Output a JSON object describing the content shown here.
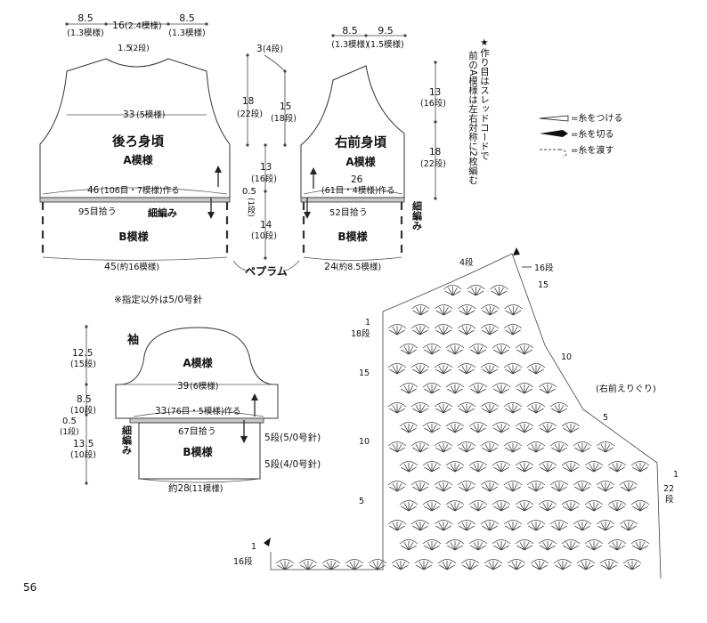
{
  "page": {
    "number": "56",
    "note_needle": "※指定以外は5/0号針"
  },
  "back": {
    "title": "後ろ身頃",
    "pattern_a": "A模様",
    "pattern_b": "B模様",
    "top_left": "8.5",
    "top_left_sub": "(1.3模様)",
    "top_mid": "16",
    "top_mid_sub": "(2.4模様)",
    "top_right": "8.5",
    "top_right_sub": "(1.3模様)",
    "neck": "1.5",
    "neck_sub": "(2段)",
    "width": "33",
    "width_sub": "(5模様)",
    "cast_on": "46",
    "cast_on_sub": "(106目・7模様)作る",
    "pickup": "95目拾う",
    "ribbing": "細編み",
    "bottom": "45",
    "bottom_sub": "(約16模様)"
  },
  "front": {
    "title": "右前身頃",
    "pattern_a": "A模様",
    "pattern_b": "B模様",
    "top_left": "8.5",
    "top_left_sub": "(1.3模様)",
    "top_right": "9.5",
    "top_right_sub": "(1.5模様)",
    "width": "26",
    "cast_on_sub": "(61目・4模様)作る",
    "pickup": "52目拾う",
    "ribbing": "細編み",
    "bottom": "24",
    "bottom_sub": "(約8.5模様)"
  },
  "middle_dims": {
    "d3": "3",
    "d3_sub": "(4段)",
    "d18": "18",
    "d18_sub": "(22段)",
    "d15": "15",
    "d15_sub": "(18段)",
    "d13": "13",
    "d13_sub": "(16段)",
    "d05": "0.5",
    "d05_sub": "(1段)",
    "d14": "14",
    "d14_sub": "(10段)",
    "peplum": "ペプラム"
  },
  "right_dims": {
    "d13": "13",
    "d13_sub": "(16段)",
    "d18": "18",
    "d18_sub": "(22段)"
  },
  "note_vertical": {
    "line1": "★作り目はスレッドコードで",
    "line2": "前のA模様は左右対称に2枚編む"
  },
  "legend": {
    "attach": "=糸をつける",
    "cut": "=糸を切る",
    "carry": "=糸を渡す"
  },
  "sleeve": {
    "title": "袖",
    "pattern_a": "A模様",
    "pattern_b": "B模様",
    "d125": "12.5",
    "d125_sub": "(15段)",
    "d85": "8.5",
    "d85_sub": "(10段)",
    "d05": "0.5",
    "d05_sub": "(1段)",
    "d135": "13.5",
    "d135_sub": "(10段)",
    "width": "39",
    "width_sub": "(6模様)",
    "cast_on": "33",
    "cast_on_sub": "(76目・5模様)作る",
    "pickup": "67目拾う",
    "ribbing": "細編み",
    "r1": "5段(5/0号針)",
    "r2": "5段(4/0号針)",
    "bottom": "約28",
    "bottom_sub": "(11模様)"
  },
  "chart": {
    "caption": "(右前えりぐり)",
    "l4": "4段",
    "l16top": "16段",
    "l15": "15",
    "l1a": "1",
    "l18": "18段",
    "l10": "10",
    "l15b": "15",
    "l10b": "10",
    "l5": "5",
    "l5b": "5",
    "l1b": "1",
    "l22": "22",
    "l22b": "段",
    "l1c": "1",
    "l16b": "16段"
  }
}
